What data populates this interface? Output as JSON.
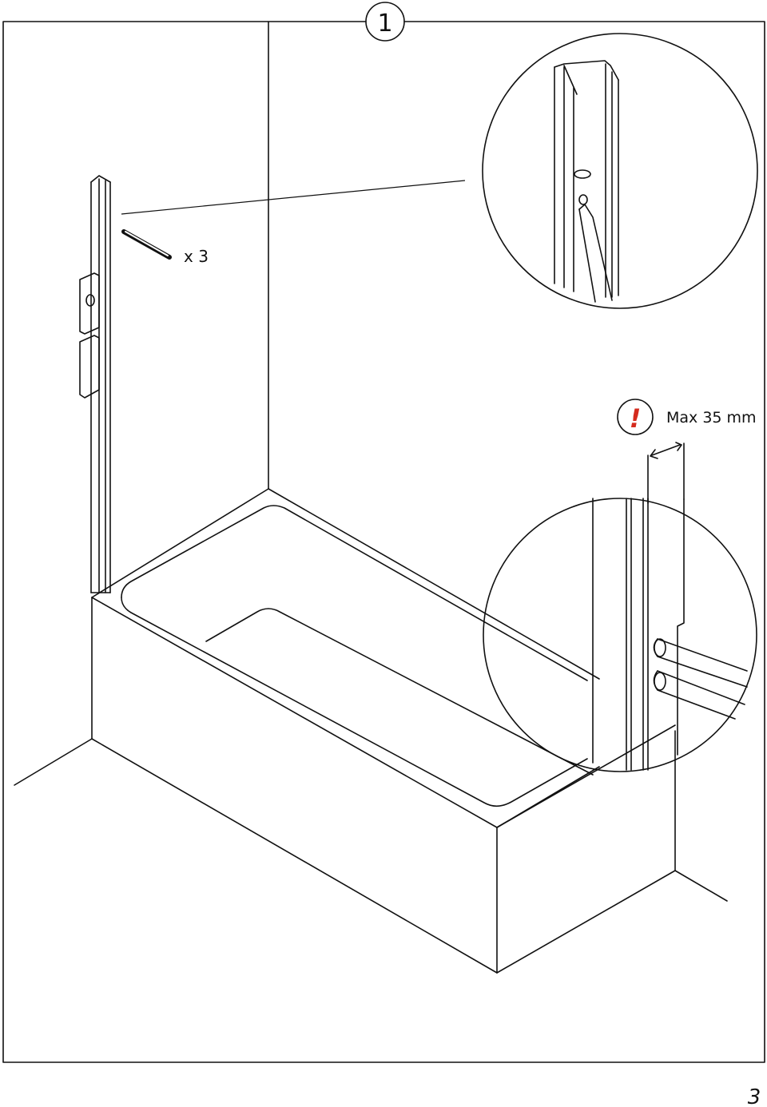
{
  "step": {
    "number": "1"
  },
  "parts": {
    "quantity_label": "x 3"
  },
  "warning": {
    "symbol": "!",
    "symbol_color": "#d52b1e",
    "text": "Max 35 mm"
  },
  "footer": {
    "page_number": "3"
  },
  "icons": {
    "warning": "warning-icon",
    "screw": "screw-icon",
    "profile": "wall-profile-icon"
  }
}
